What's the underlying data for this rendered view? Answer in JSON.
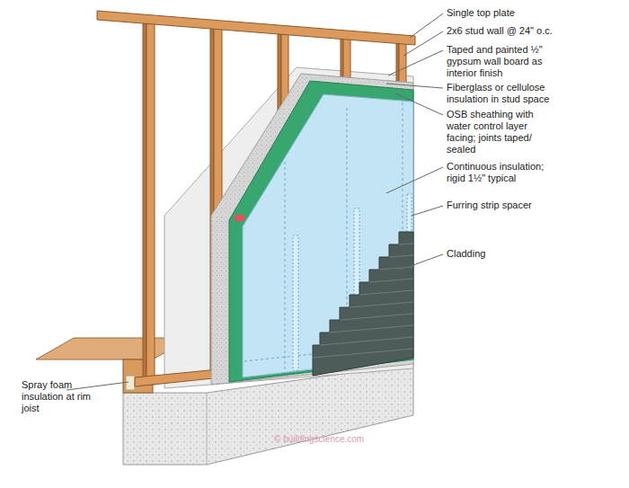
{
  "diagram": {
    "labels": [
      "Single top plate",
      "2x6 stud wall @ 24\" o.c.",
      "Taped and painted ½\" gypsum wall board as interior finish",
      "Fiberglass or cellulose insulation in stud space",
      "OSB sheathing with water control layer facing; joints taped/ sealed",
      "Continuous insulation; rigid 1½\" typical",
      "Furring strip spacer",
      "Cladding",
      "Spray foam insulation at rim joist",
      "© buildingscience.com"
    ]
  }
}
